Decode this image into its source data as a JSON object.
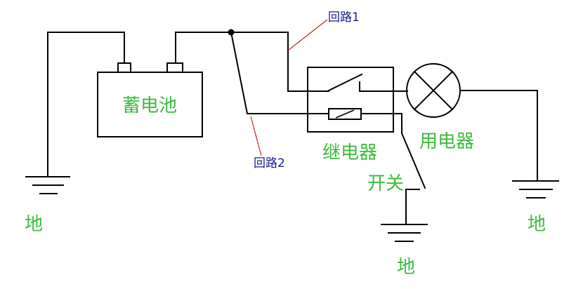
{
  "labels": {
    "battery": "蓄电池",
    "relay": "继电器",
    "load": "用电器",
    "switch": "开关",
    "ground_left": "地",
    "ground_mid": "地",
    "ground_right": "地",
    "loop1": "回路1",
    "loop2": "回路2"
  },
  "colors": {
    "wire": "#000000",
    "component_label": "#3dbb3d",
    "loop_label": "#1a1a8c",
    "leader_line": "#cc2222"
  }
}
